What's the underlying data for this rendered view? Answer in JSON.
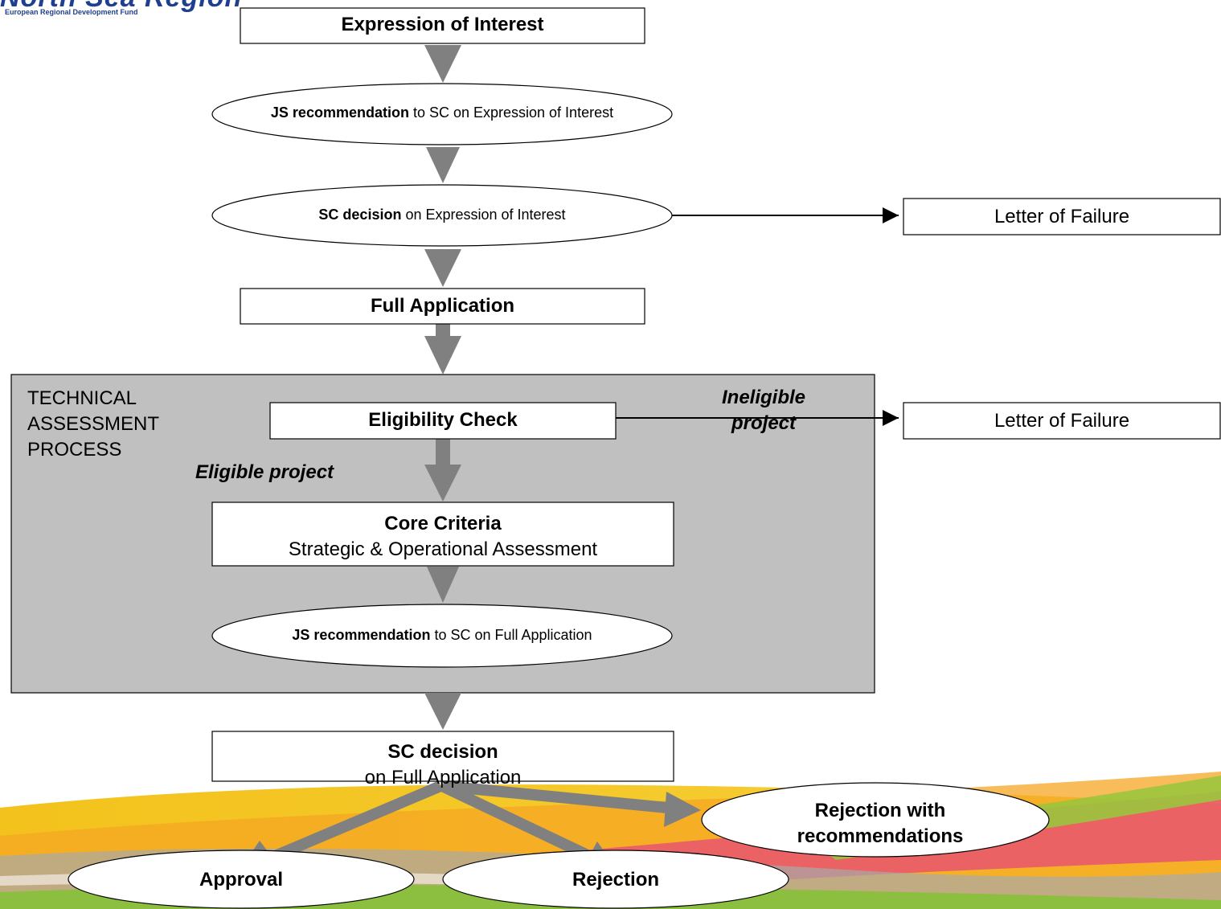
{
  "logo": {
    "wordmark": "North Sea Region",
    "subtitle": "European Regional Development Fund"
  },
  "nodes": {
    "expression_of_interest": {
      "title": "Expression of Interest"
    },
    "js_recommendation_eoi": {
      "bold": "JS recommendation",
      "rest": " to SC on Expression of Interest"
    },
    "sc_decision_eoi": {
      "bold": "SC decision",
      "rest": " on Expression of Interest"
    },
    "letter_of_failure_1": {
      "text": "Letter of Failure"
    },
    "full_application": {
      "title": "Full Application"
    },
    "eligibility_check": {
      "title": "Eligibility Check"
    },
    "letter_of_failure_2": {
      "text": "Letter of Failure"
    },
    "core_criteria": {
      "title": "Core Criteria",
      "subtitle": "Strategic & Operational Assessment"
    },
    "js_recommendation_fa": {
      "bold": "JS recommendation",
      "rest": " to SC on Full Application"
    },
    "sc_decision_fa": {
      "title": "SC decision",
      "subtitle": "on Full Application"
    },
    "approval": {
      "title": "Approval"
    },
    "rejection": {
      "title": "Rejection"
    },
    "rejection_with_recommendations": {
      "title": "Rejection with recommendations"
    }
  },
  "technical_area": {
    "title": "TECHNICAL ASSESSMENT PROCESS"
  },
  "edge_labels": {
    "eligible": "Eligible project",
    "ineligible": "Ineligible project"
  },
  "colors": {
    "arrow_gray": "#808080",
    "area_fill": "#c0c0c0",
    "logo_blue": "#1f3f8f"
  }
}
